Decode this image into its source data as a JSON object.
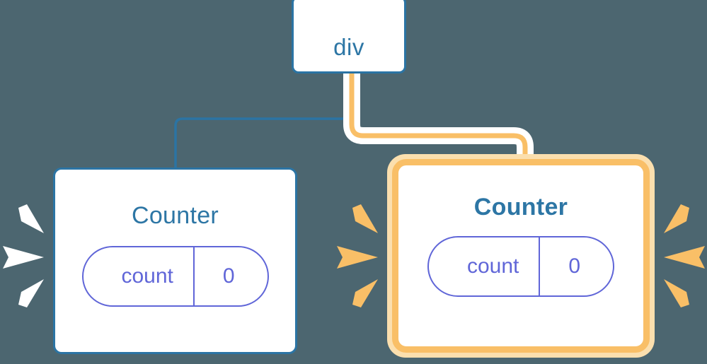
{
  "diagram": {
    "title": "react-component-tree-rerender",
    "background_color": "#4c6670",
    "colors": {
      "blue": "#2b74a4",
      "blue_text": "#2d76a5",
      "orange": "#f9bf67",
      "orange_halo": "#fbdfae",
      "purple": "#6066d8",
      "white": "#ffffff"
    }
  },
  "nodes": {
    "root": {
      "label": "div",
      "highlighted": false,
      "border_color": "#2b74a4"
    },
    "counter_left": {
      "label": "Counter",
      "highlighted": false,
      "bold": false,
      "border_color": "#2b74a4",
      "state": {
        "key": "count",
        "value": "0"
      }
    },
    "counter_right": {
      "label": "Counter",
      "highlighted": true,
      "bold": true,
      "border_color": "#f9bf67",
      "state": {
        "key": "count",
        "value": "0"
      }
    }
  },
  "edges": [
    {
      "name": "div-to-counter-left",
      "from": "root",
      "to": "counter_left",
      "color": "#2b74a4",
      "highlighted": false
    },
    {
      "name": "div-to-counter-right",
      "from": "root",
      "to": "counter_right",
      "color": "#f9bf67",
      "highlighted": true
    }
  ],
  "sparkles": [
    {
      "name": "sparkle-left-of-counter-left",
      "color": "#ffffff",
      "rays": 3
    },
    {
      "name": "sparkle-left-of-counter-right",
      "color": "#f9bf67",
      "rays": 3
    },
    {
      "name": "sparkle-right-of-counter-right",
      "color": "#f9bf67",
      "rays": 3
    }
  ]
}
